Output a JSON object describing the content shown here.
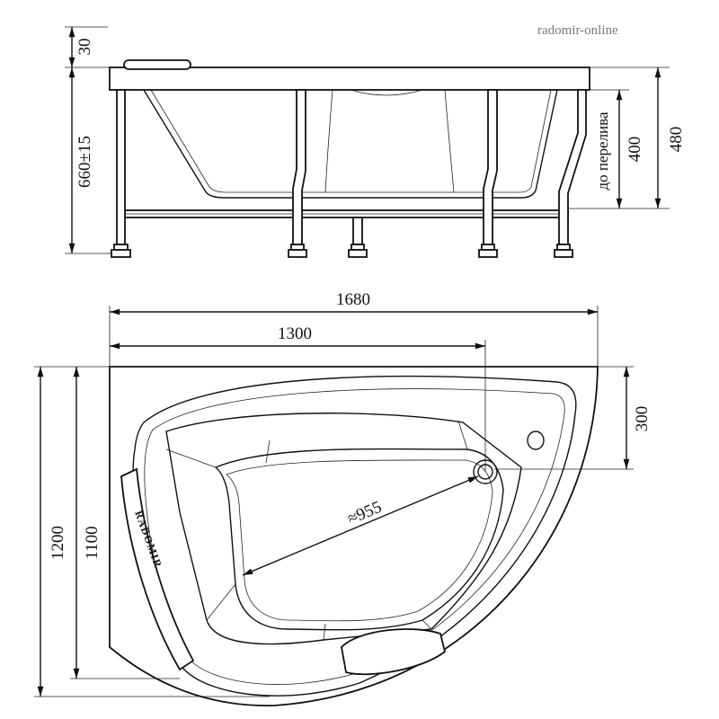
{
  "watermark": "radomir-online",
  "side_view": {
    "dim_rim": "30",
    "dim_height": "660±15",
    "dim_overflow": "400",
    "overflow_label": "до перелива",
    "dim_rim_height": "480"
  },
  "top_view": {
    "dim_length": "1680",
    "dim_drain_x": "1300",
    "dim_width": "1200",
    "dim_inner_width": "1100",
    "dim_drain_y": "300",
    "dim_diagonal": "≈955",
    "pillow_logo": "RADOMIR"
  }
}
